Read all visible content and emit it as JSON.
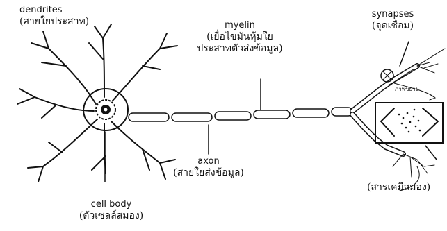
{
  "labels": {
    "dendrites": {
      "en": "dendrites",
      "th": "(สายใยประสาท)"
    },
    "myelin": {
      "en": "myelin",
      "th1": "(เยื่อไขมันหุ้มใย",
      "th2": "ประสาทตัวส่งข้อมูล)"
    },
    "synapses": {
      "en": "synapses",
      "th": "(จุดเชื่อม)"
    },
    "axon": {
      "en": "axon",
      "th": "(สายใยส่งข้อมูล)"
    },
    "cell_body": {
      "en": "cell body",
      "th": "(ตัวเซลล์สมอง)"
    },
    "chemicals": {
      "th": "(สารเคมีสมอง)"
    },
    "magnify": "ภาพขยาย"
  },
  "colors": {
    "ink": "#111111",
    "background": "#ffffff"
  }
}
